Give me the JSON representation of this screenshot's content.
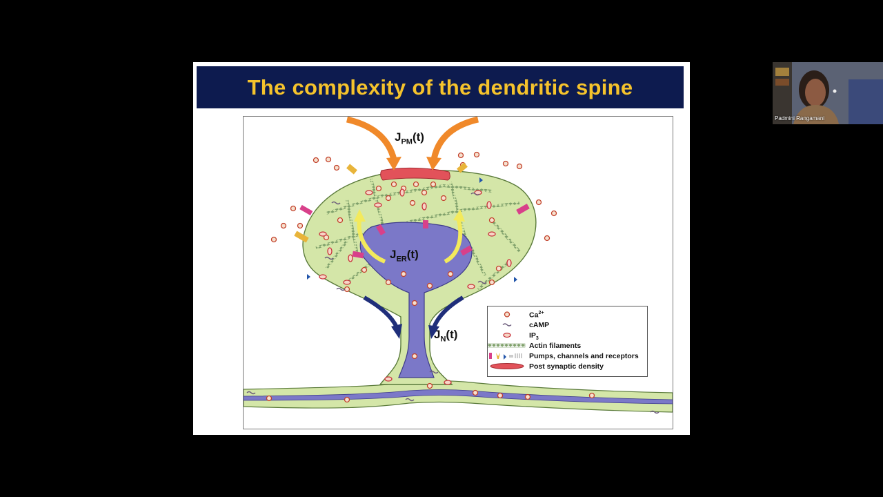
{
  "slide": {
    "title": "The complexity of the dendritic spine"
  },
  "figure": {
    "flux_labels": {
      "jpm": {
        "main": "J",
        "sub": "PM",
        "rest": "(t)"
      },
      "jer": {
        "main": "J",
        "sub": "ER",
        "rest": "(t)"
      },
      "jn": {
        "main": "J",
        "sub": "N",
        "rest": "(t)"
      }
    },
    "legend": [
      {
        "icon": "calcium-ion-icon",
        "label_main": "Ca",
        "label_sup": "2+",
        "label_sub": ""
      },
      {
        "icon": "camp-icon",
        "label_main": "cAMP",
        "label_sup": "",
        "label_sub": ""
      },
      {
        "icon": "ip3-icon",
        "label_main": "IP",
        "label_sup": "",
        "label_sub": "3"
      },
      {
        "icon": "actin-filament-icon",
        "label_main": "Actin filaments",
        "label_sup": "",
        "label_sub": ""
      },
      {
        "icon": "pumps-channels-icon",
        "label_main": "Pumps, channels and receptors",
        "label_sup": "",
        "label_sub": ""
      },
      {
        "icon": "psd-icon",
        "label_main": "Post synaptic density",
        "label_sup": "",
        "label_sub": ""
      }
    ],
    "colors": {
      "cytoplasm": "#d4e6a8",
      "er": "#7b78c8",
      "psd": "#e2525a",
      "arrow_orange": "#f0892a",
      "arrow_yellow": "#f3ea5c",
      "arrow_navy": "#1f2e7a",
      "actin": "#7fa06b"
    }
  },
  "webcam": {
    "name": "Padmini Rangamani"
  },
  "theme": {
    "title_bg": "#0d1b4f",
    "title_color": "#f5c32c"
  }
}
